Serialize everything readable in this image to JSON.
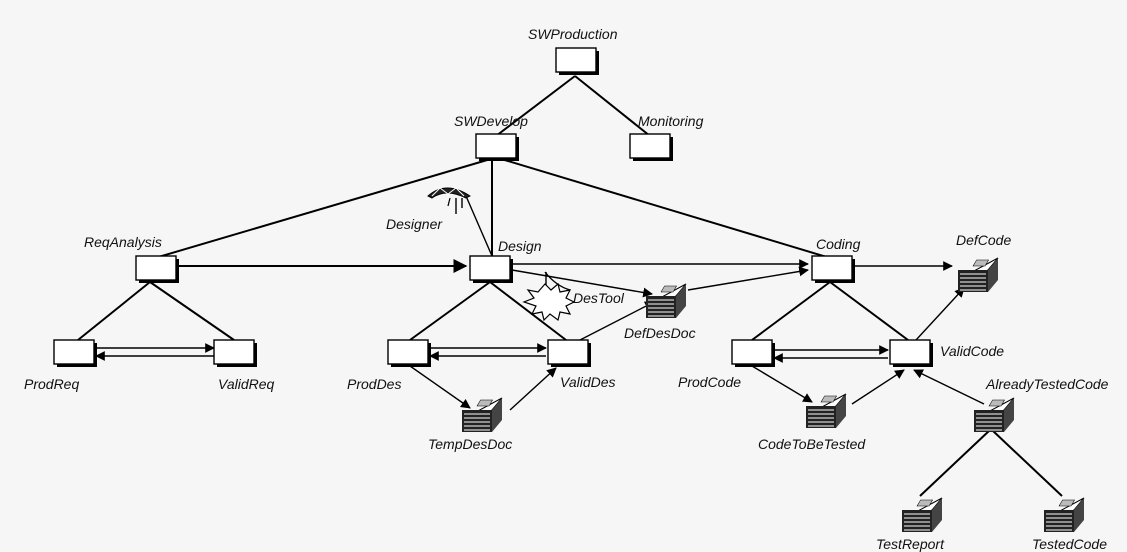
{
  "labels": {
    "sw_production": "SWProduction",
    "sw_develop": "SWDevelop",
    "monitoring": "Monitoring",
    "designer": "Designer",
    "req_analysis": "ReqAnalysis",
    "design": "Design",
    "coding": "Coding",
    "def_code": "DefCode",
    "des_tool": "DesTool",
    "def_des_doc": "DefDesDoc",
    "prod_req": "ProdReq",
    "valid_req": "ValidReq",
    "prod_des": "ProdDes",
    "valid_des": "ValidDes",
    "temp_des_doc": "TempDesDoc",
    "prod_code": "ProdCode",
    "valid_code": "ValidCode",
    "code_to_be_tested": "CodeToBeTested",
    "already_tested_code": "AlreadyTestedCode",
    "test_report": "TestReport",
    "tested_code": "TestedCode"
  },
  "colors": {
    "background": "#f6f6f6",
    "line": "#000000",
    "box_fill": "#ffffff"
  }
}
